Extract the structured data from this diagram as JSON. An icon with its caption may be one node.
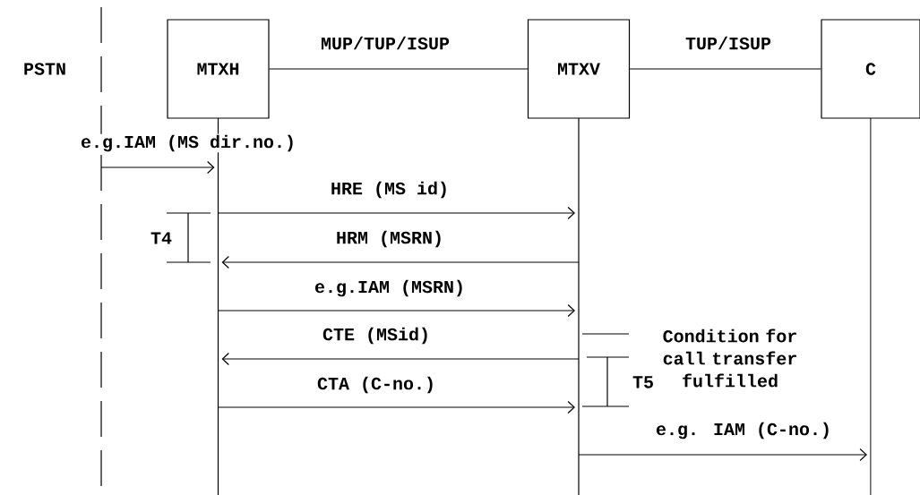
{
  "diagram": {
    "nodes": [
      {
        "text": [
          "MTXH"
        ]
      },
      {
        "text": [
          "MTXV"
        ]
      },
      {
        "text": [
          "C"
        ]
      }
    ],
    "edges": [
      {
        "from": 0,
        "to": 1,
        "arrow": "none",
        "label": "MUP/TUP/ISUP"
      },
      {
        "from": 1,
        "to": 2,
        "arrow": "none",
        "label": "TUP/ISUP"
      },
      {
        "from": null,
        "to": 0,
        "arrow": "to",
        "label": "e.g.IAM (MS dir.no.)"
      },
      {
        "from": 0,
        "to": 1,
        "arrow": "to",
        "label": "HRE (MS id)"
      },
      {
        "from": 1,
        "to": 0,
        "arrow": "to",
        "label": "HRM (MSRN)"
      },
      {
        "from": 0,
        "to": 1,
        "arrow": "to",
        "label": "e.g.IAM (MSRN)"
      },
      {
        "from": 1,
        "to": 0,
        "arrow": "to",
        "label": "CTE (MSid)"
      },
      {
        "from": 0,
        "to": 1,
        "arrow": "to",
        "label": "CTA (C-no.)"
      },
      {
        "from": 1,
        "to": 2,
        "arrow": "to",
        "label": "e.g. IAM (C-no.)"
      }
    ],
    "labels": [
      "PSTN",
      "T4",
      "Condition for call transfer fulfilled",
      "T5"
    ]
  }
}
